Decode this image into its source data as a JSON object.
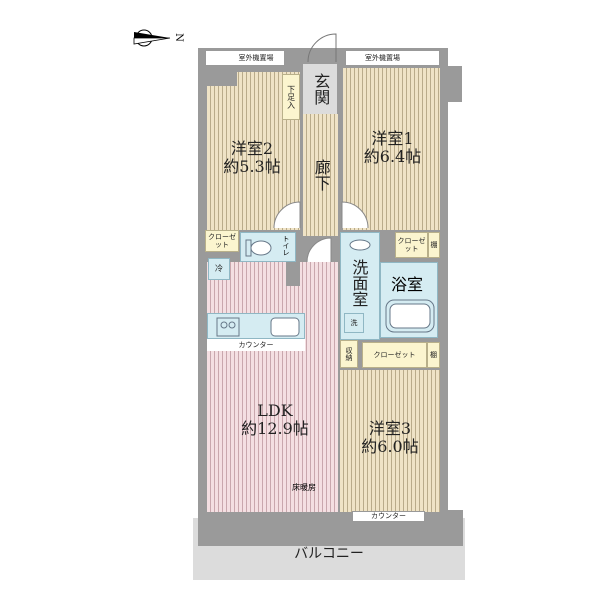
{
  "compass": {
    "label": "N"
  },
  "rooms": {
    "outdoor_unit_left": "室外機置場",
    "outdoor_unit_right": "室外機置場",
    "shoe_storage": "下足入",
    "entrance": "玄関",
    "hallway": "廊下",
    "western2": {
      "name": "洋室2",
      "size": "約5.3帖"
    },
    "western1": {
      "name": "洋室1",
      "size": "約6.4帖"
    },
    "western3": {
      "name": "洋室3",
      "size": "約6.0帖"
    },
    "ldk": {
      "name": "LDK",
      "size": "約12.9帖"
    },
    "closet_left": "クローゼット",
    "closet_right": "クローゼット",
    "closet_lower": "クローゼット",
    "shelf": "棚",
    "toilet": "トイレ",
    "fridge": "冷",
    "washroom": "洗面室",
    "washer": "洗",
    "bathroom": "浴室",
    "storage": "収納",
    "kitchen_counter": "カウンター",
    "room3_counter": "カウンター",
    "floor_heating": "床暖房",
    "balcony": "バルコニー"
  },
  "colors": {
    "wood": "#efe3c6",
    "ldk": "#f4dfe2",
    "wet": "#d5ecf2",
    "storage": "#fbf5cf",
    "wall": "#9a9a9a"
  }
}
